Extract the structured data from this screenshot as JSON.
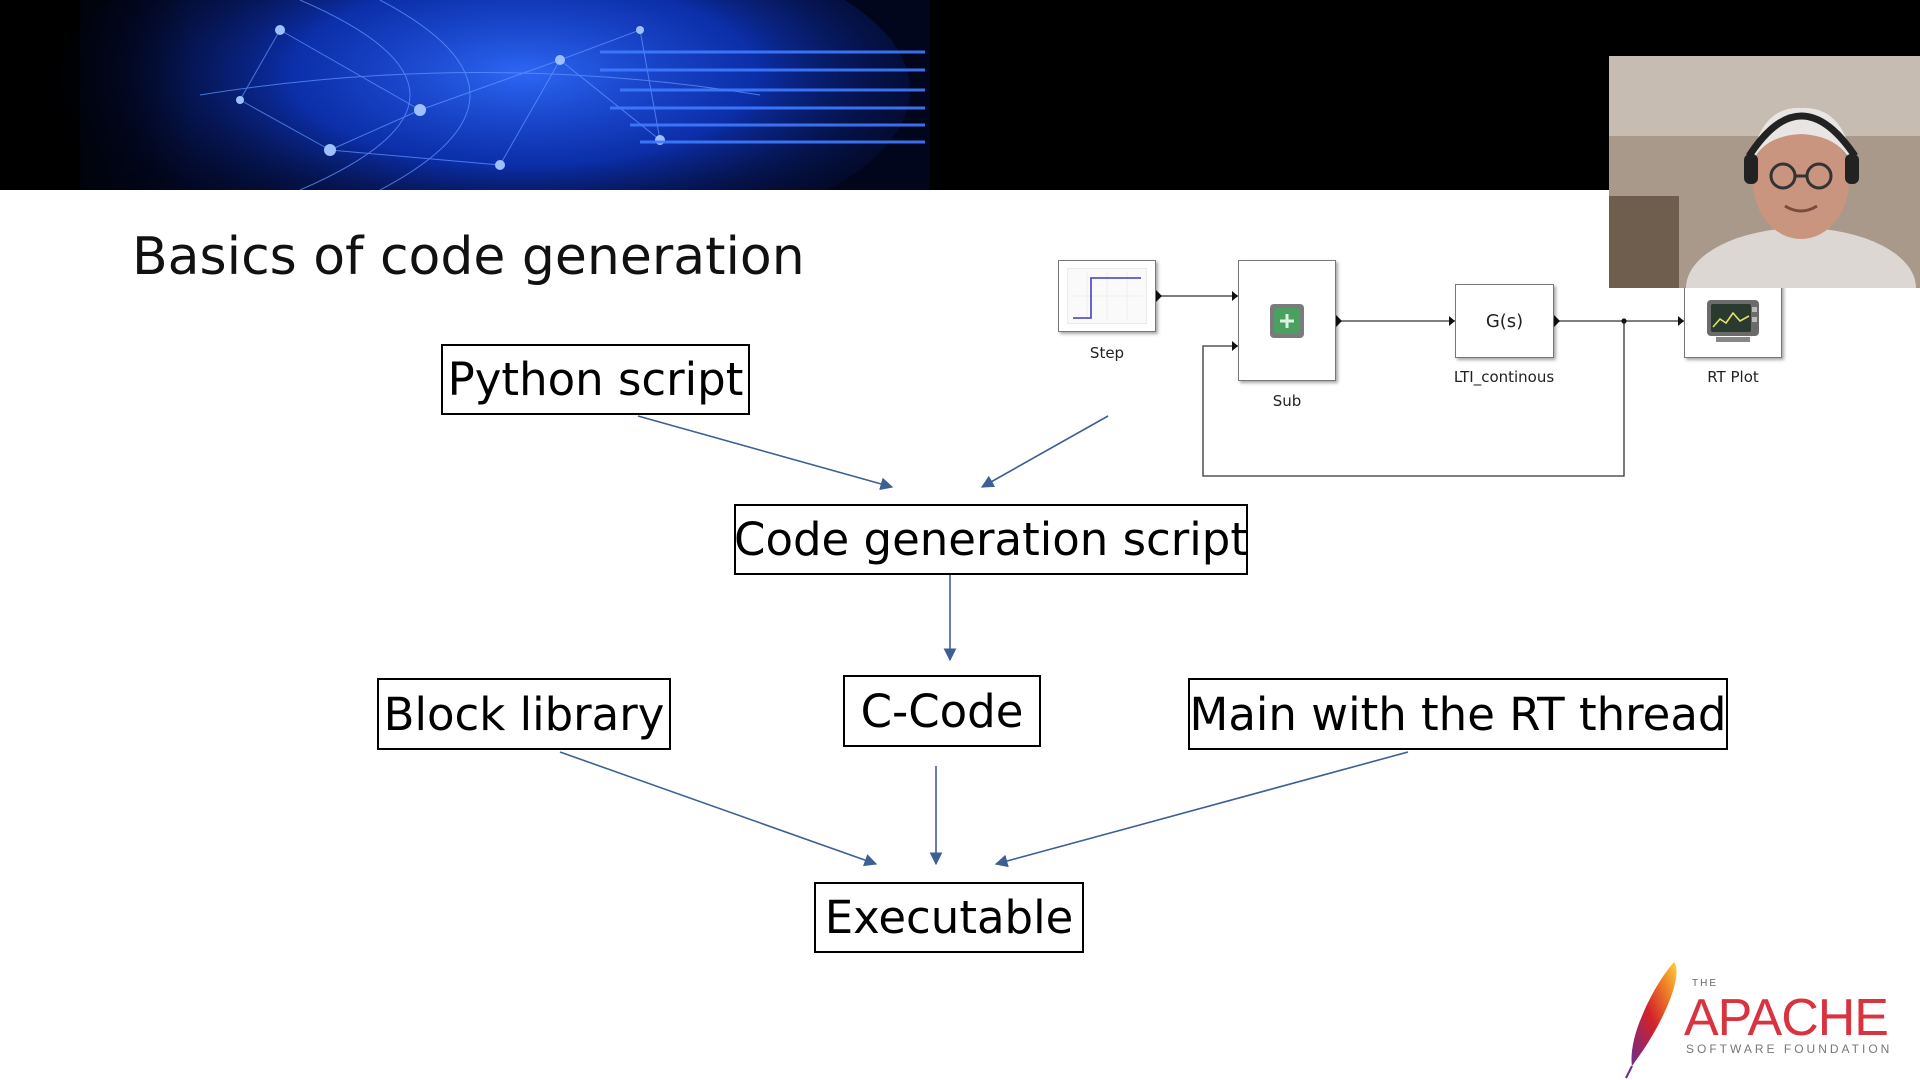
{
  "slide": {
    "title": "Basics of code generation"
  },
  "flowchart": {
    "nodes": [
      {
        "id": "python",
        "label": "Python script"
      },
      {
        "id": "codegen",
        "label": "Code generation script"
      },
      {
        "id": "blocklib",
        "label": "Block library"
      },
      {
        "id": "ccode",
        "label": "C-Code"
      },
      {
        "id": "mainrt",
        "label": "Main with the RT thread"
      },
      {
        "id": "exe",
        "label": "Executable"
      }
    ],
    "edges": [
      {
        "from": "python",
        "to": "codegen"
      },
      {
        "from": "block_diagram",
        "to": "codegen"
      },
      {
        "from": "codegen",
        "to": "ccode"
      },
      {
        "from": "blocklib",
        "to": "exe"
      },
      {
        "from": "ccode",
        "to": "exe"
      },
      {
        "from": "mainrt",
        "to": "exe"
      }
    ],
    "arrow_color": "#3c5f95"
  },
  "block_diagram": {
    "blocks": [
      {
        "id": "step",
        "label": "Step"
      },
      {
        "id": "sub",
        "label": "Sub"
      },
      {
        "id": "lti",
        "label": "LTI_continous",
        "text": "G(s)"
      },
      {
        "id": "rtplot",
        "label": "RT Plot"
      }
    ]
  },
  "logo": {
    "prefix": "THE",
    "name": "APACHE",
    "suffix": "SOFTWARE FOUNDATION",
    "color": "#d8333f"
  }
}
